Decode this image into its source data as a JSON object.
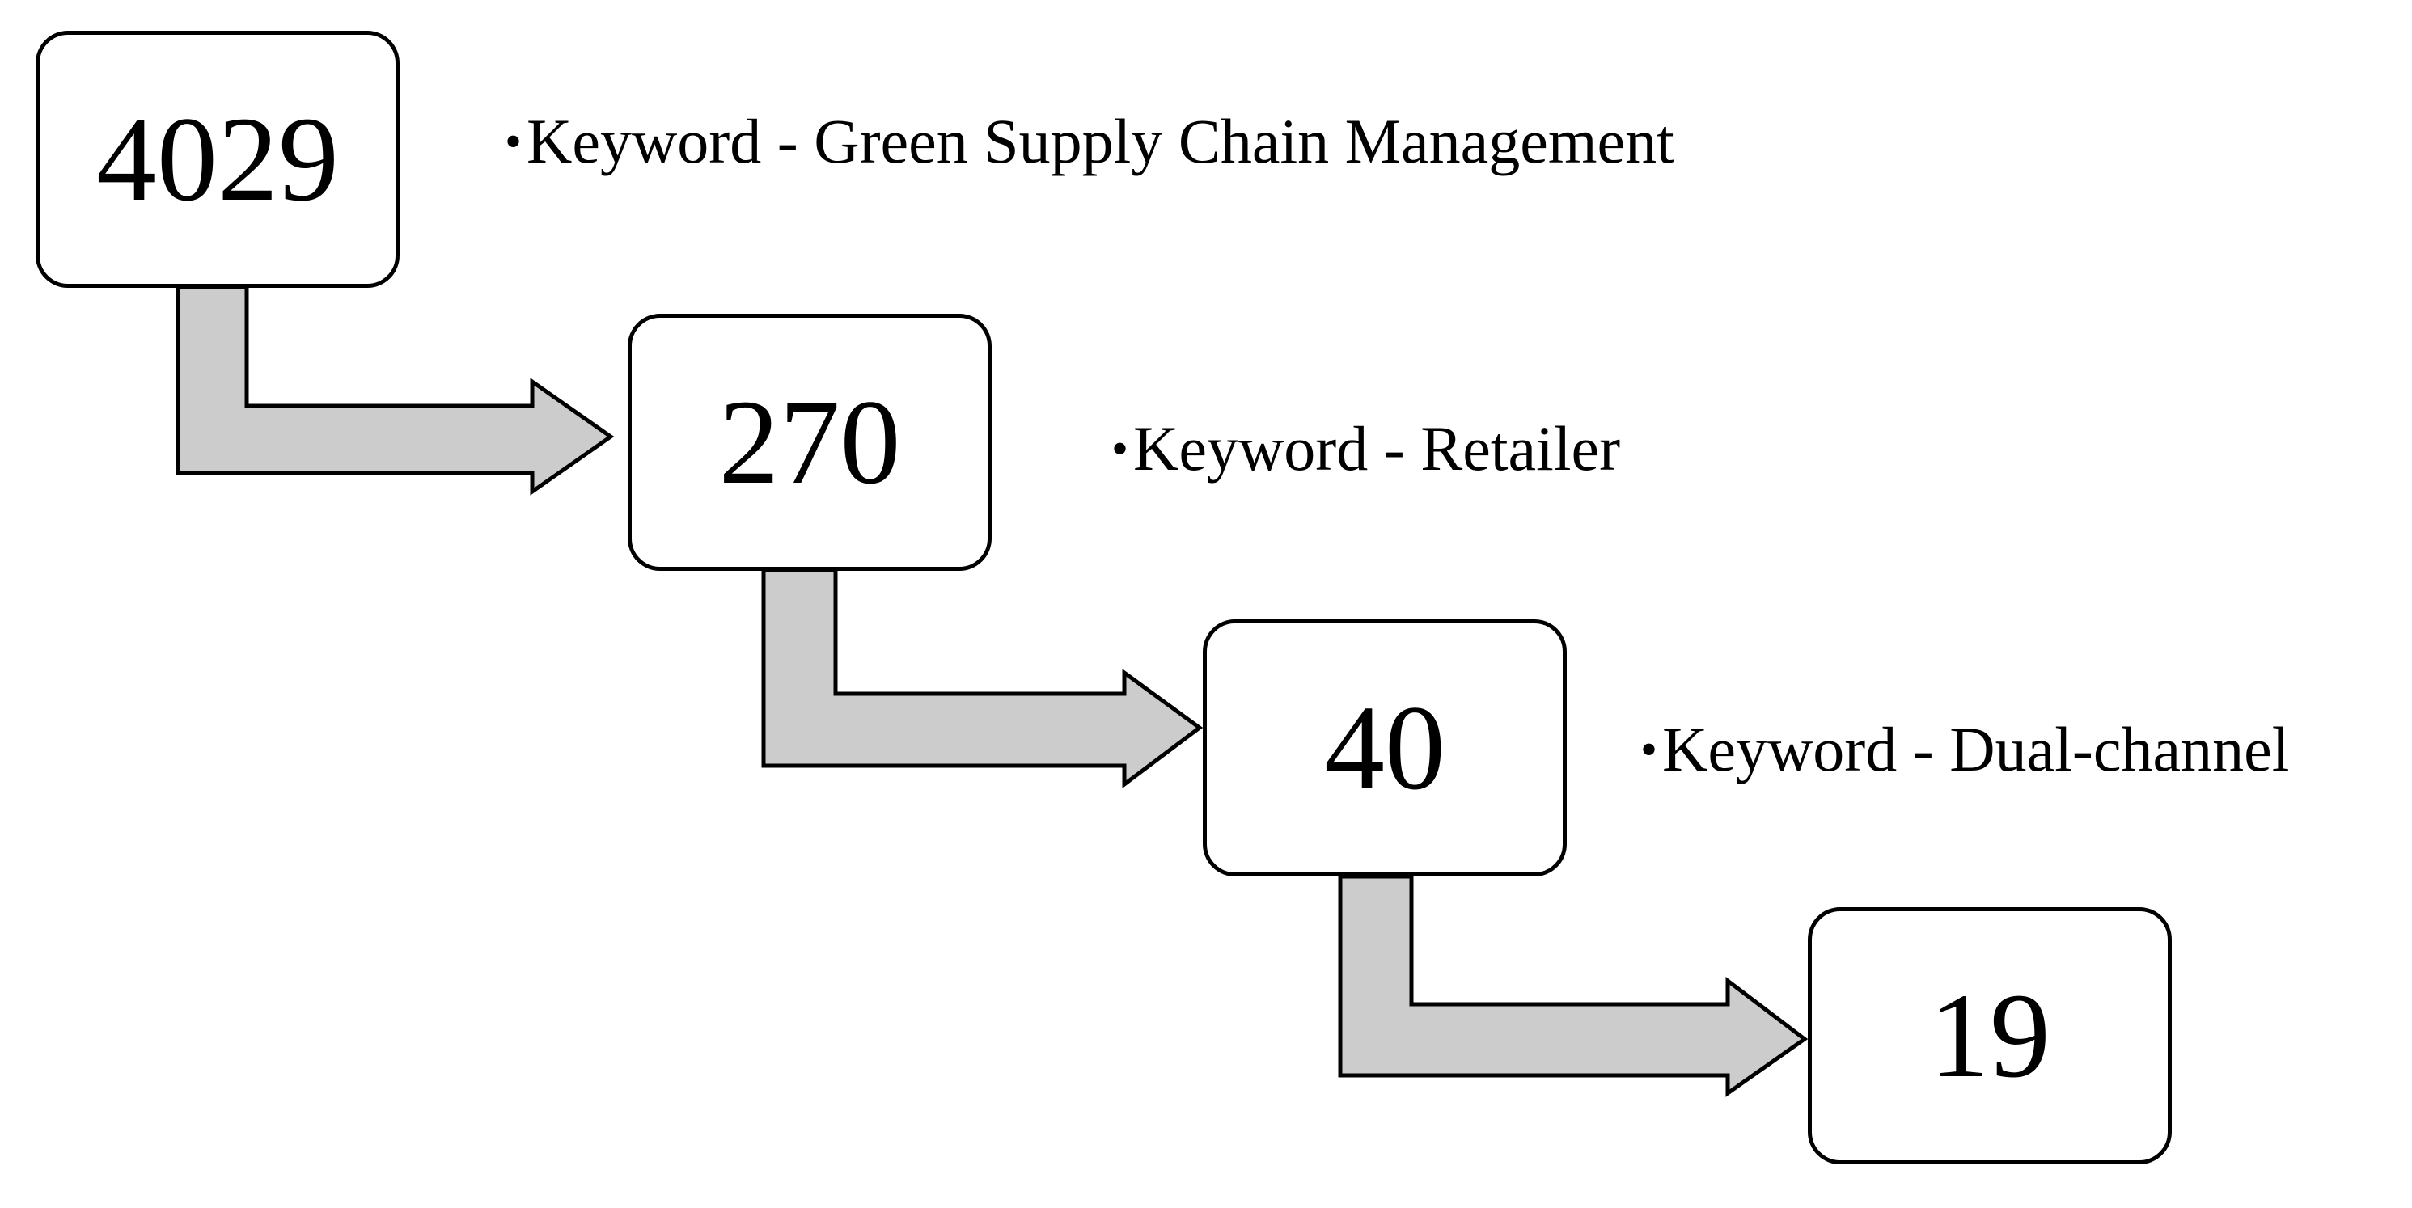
{
  "diagram": {
    "stages": [
      {
        "count": "4029"
      },
      {
        "count": "270"
      },
      {
        "count": "40"
      },
      {
        "count": "19"
      }
    ],
    "keywords": [
      {
        "bullet": "•",
        "text": "Keyword - Green Supply Chain Management"
      },
      {
        "bullet": "•",
        "text": "Keyword - Retailer"
      },
      {
        "bullet": "•",
        "text": "Keyword - Dual-channel"
      }
    ],
    "colors": {
      "arrow_fill": "#cccccc",
      "outline": "#000000",
      "box_fill": "#ffffff"
    }
  }
}
